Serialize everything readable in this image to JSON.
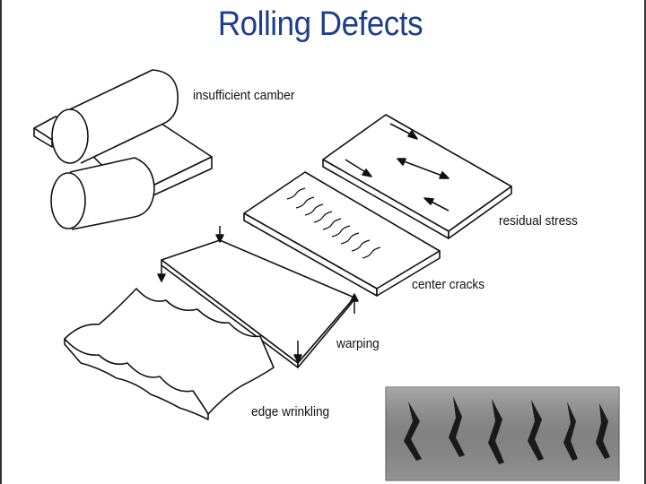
{
  "title": "Rolling Defects",
  "labels": {
    "insufficient_camber": "insufficient camber",
    "residual_stress": "residual stress",
    "center_cracks": "center cracks",
    "warping": "warping",
    "edge_wrinkling": "edge wrinkling"
  },
  "colors": {
    "title": "#1f3d8a",
    "line": "#111111",
    "photo_bg": "#8a8a8a",
    "crack": "#1a1a1a"
  },
  "icons": [
    "rolls-illustration",
    "sheet-illustration",
    "stress-arrow",
    "crack-mark",
    "load-arrow",
    "metal-sheet-photo"
  ]
}
